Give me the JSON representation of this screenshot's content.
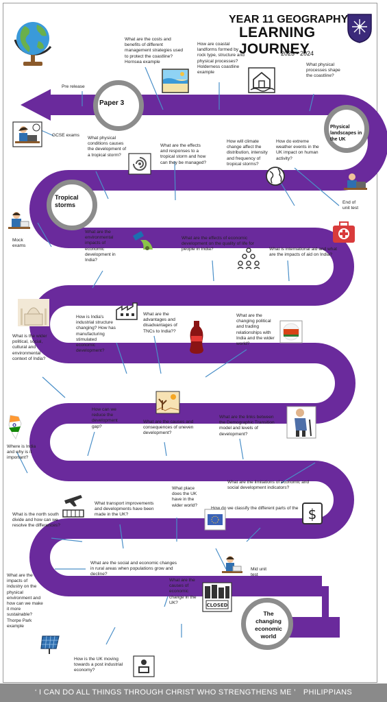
{
  "header": {
    "title_line1": "YEAR 11 GEOGRAPHY",
    "title_line2": "LEARNING JOURNEY",
    "year": "2023 - 2024"
  },
  "milestones": {
    "paper3": "Paper 3",
    "physical": "Physical landscapes in the UK",
    "tropical": "Tropical storms",
    "changing": "The changing economic world"
  },
  "events": {
    "pre_release": "Pre release",
    "gcse_exams": "GCSE exams",
    "end_unit_test": "End of unit test",
    "mock_exams": "Mock exams",
    "mid_unit_test": "Mid unit test"
  },
  "questions": {
    "q_costs": "What are the costs and benefits of different management strategies used to protect the coastline? Hornsea example",
    "q_landforms": "How are coastal landforms formed by rock type, structure and physical processes? Holderness coastline example",
    "q_processes": "What physical processes shape the coastline?",
    "q_conditions": "What physical conditions causes the development of a tropical storm?",
    "q_effects": "What are the effects and responses to a tropical storm and how can they be managed?",
    "q_climate": "How will climate change affect the distribution, intensity and frequency of tropical storms?",
    "q_extreme": "How do extreme weather events in the UK impact on human activity?",
    "q_env_impacts": "What are the environmental impacts of economic development in India?",
    "q_effects_econ": "What are the effects of economic development on the quality of life for people in India?",
    "q_aid": "What is international aid and what are the impacts of aid on India?",
    "q_industrial": "How is India's industrial structure changing? How has manufacturing stimulated economic development?",
    "q_tncs": "What are the advantages and disadvantages of TNCs to India??",
    "q_trading": "What are the changing political and trading relationships with India and the wider world?",
    "q_context": "What is the wider political, social, cultural and environmental context of India?",
    "q_gap": "How can we reduce the development gap?",
    "q_uneven": "What are the causes and consequences of uneven development?",
    "q_dtm": "What are the links between the Demographic Transition model and levels of development?",
    "q_where_india": "Where is India and why is it important?",
    "q_limitations": "What are the limitations of economic and social development indicators?",
    "q_north_south": "What is the north south divide and how can we resolve the differences?",
    "q_transport": "What transport improvements and developments have been made in the UK?",
    "q_uk_place": "What place does the UK have in the wider world?",
    "q_classify": "How do we classify the different parts of the world?",
    "q_industry_env": "What are the impacts of industry on the physical environment and how can we make it more sustainable? Thorpe Park example",
    "q_rural": "What are the social and economic changes in rural areas when populations grow and decline?",
    "q_causes": "What are the causes of economic change in the UK?",
    "q_post_industrial": "How is the UK moving towards a post industrial economy?"
  },
  "footer": {
    "quote": "‘ I CAN DO ALL THINGS THROUGH CHRIST WHO STRENGTHENS ME ’",
    "reference": "PHILIPPIANS"
  },
  "colors": {
    "path": "#6a2a9c",
    "marker": "#8c8c8c",
    "connector": "#4a8fc8"
  }
}
